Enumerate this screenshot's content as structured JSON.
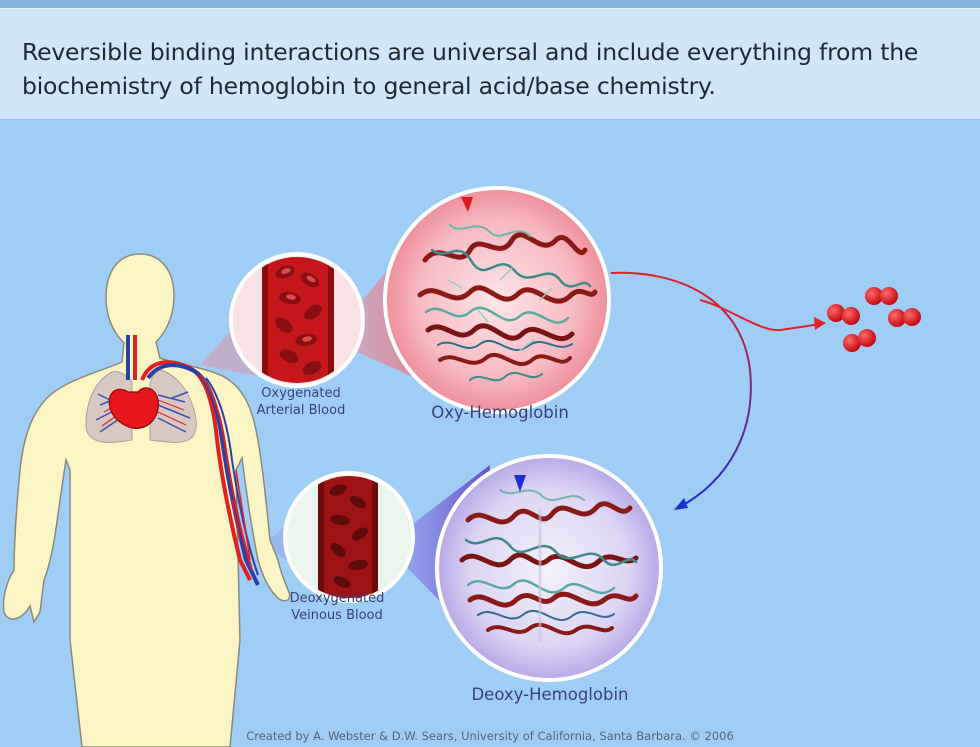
{
  "header": {
    "text": "Reversible binding interactions are universal and include everything from the biochemistry of hemoglobin to general acid/base chemistry."
  },
  "labels": {
    "oxygenated_blood_line1": "Oxygenated",
    "oxygenated_blood_line2": "Arterial Blood",
    "deoxygenated_blood_line1": "Deoxygenated",
    "deoxygenated_blood_line2": "Veinous Blood",
    "oxy_hemoglobin": "Oxy-Hemoglobin",
    "deoxy_hemoglobin": "Deoxy-Hemoglobin"
  },
  "credit": "Created by A. Webster & D.W. Sears, University of California, Santa Barbara.  © 2006",
  "colors": {
    "background": "#9fcdf5",
    "header_bg": "#cfe6fb",
    "body_skin": "#fbf4c5",
    "artery": "#e0221f",
    "vein": "#2b3fa8",
    "oxy_arrow": "#e32027",
    "deoxy_arrow": "#1d2fd3",
    "oxygen_molecule": "#e0141c"
  },
  "icons": {
    "oxy_marker": "red-triangle-marker",
    "deoxy_marker": "blue-triangle-marker",
    "oxygen": "o2-molecule-icon"
  }
}
